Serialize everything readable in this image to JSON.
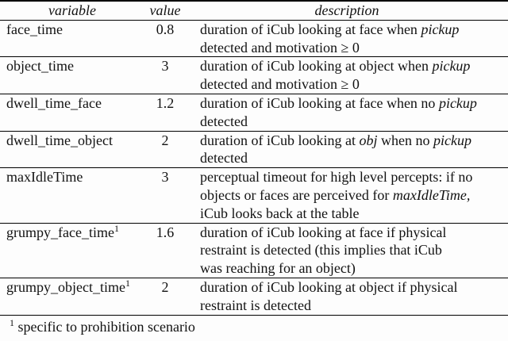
{
  "page": {
    "background": "#fdfdfd",
    "text_color": "#121212",
    "rule_color": "#000000"
  },
  "table": {
    "headers": [
      "variable",
      "value",
      "description"
    ],
    "rows": [
      {
        "variable": "face_time",
        "sup": "",
        "value": "0.8",
        "description": [
          {
            "t": "duration of iCub looking at face when "
          },
          {
            "t": "pickup",
            "i": true
          },
          {
            "br": true
          },
          {
            "t": "detected and motivation ≥ 0"
          }
        ]
      },
      {
        "variable": "object_time",
        "sup": "",
        "value": "3",
        "description": [
          {
            "t": "duration of iCub looking at object when "
          },
          {
            "t": "pickup",
            "i": true
          },
          {
            "br": true
          },
          {
            "t": "detected and motivation ≥ 0"
          }
        ]
      },
      {
        "variable": "dwell_time_face",
        "sup": "",
        "value": "1.2",
        "description": [
          {
            "t": "duration of iCub looking at face when no "
          },
          {
            "t": "pickup",
            "i": true
          },
          {
            "br": true
          },
          {
            "t": "detected"
          }
        ]
      },
      {
        "variable": "dwell_time_object",
        "sup": "",
        "value": "2",
        "description": [
          {
            "t": "duration of iCub looking at "
          },
          {
            "t": "obj",
            "i": true
          },
          {
            "t": " when no "
          },
          {
            "t": "pickup",
            "i": true
          },
          {
            "br": true
          },
          {
            "t": "detected"
          }
        ]
      },
      {
        "variable": "maxIdleTime",
        "sup": "",
        "value": "3",
        "description": [
          {
            "t": "perceptual timeout for high level percepts: if no"
          },
          {
            "br": true
          },
          {
            "t": "objects or faces are perceived for "
          },
          {
            "t": "maxIdleTime,",
            "i": true
          },
          {
            "br": true
          },
          {
            "t": "iCub looks back at the table"
          }
        ]
      },
      {
        "variable": "grumpy_face_time",
        "sup": "1",
        "value": "1.6",
        "description": [
          {
            "t": "duration of iCub looking at face if physical"
          },
          {
            "br": true
          },
          {
            "t": "restraint is detected (this implies that iCub"
          },
          {
            "br": true
          },
          {
            "t": "was reaching for an object)"
          }
        ]
      },
      {
        "variable": "grumpy_object_time",
        "sup": "1",
        "value": "2",
        "description": [
          {
            "t": "duration of iCub looking at object if physical"
          },
          {
            "br": true
          },
          {
            "t": "restraint is detected"
          }
        ]
      }
    ],
    "footnote": {
      "marker": "1",
      "text": "specific to prohibition scenario"
    }
  }
}
